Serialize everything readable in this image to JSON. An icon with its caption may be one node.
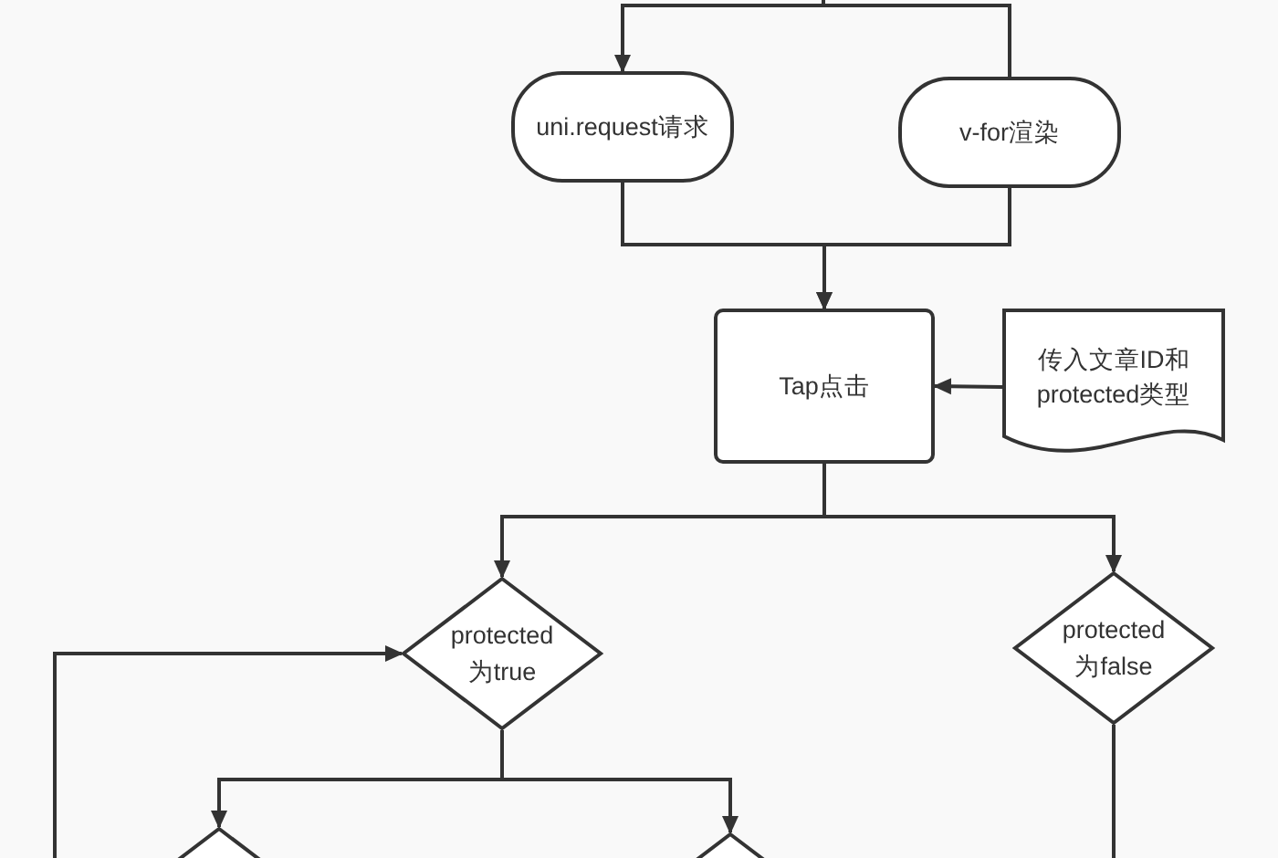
{
  "diagram": {
    "nodes": [
      {
        "text": [
          "uni.request请求"
        ]
      },
      {
        "text": [
          "v-for渲染"
        ]
      },
      {
        "text": [
          "Tap点击"
        ]
      },
      {
        "text": [
          "传入文章ID和protected类型"
        ]
      },
      {
        "text": [
          "protected为true"
        ]
      },
      {
        "text": [
          "protected为false"
        ]
      },
      {
        "text": [],
        "shape": "diamond"
      },
      {
        "text": [],
        "shape": "diamond"
      }
    ],
    "edges": [
      {
        "from": null,
        "to": 0,
        "arrow": "to"
      },
      {
        "from": null,
        "to": 1,
        "arrow": "none"
      },
      {
        "from": 0,
        "to": 2,
        "arrow": "to"
      },
      {
        "from": 1,
        "to": 2,
        "arrow": "to"
      },
      {
        "from": 3,
        "to": 2,
        "arrow": "to"
      },
      {
        "from": 2,
        "to": 4,
        "arrow": "to"
      },
      {
        "from": 2,
        "to": 5,
        "arrow": "to"
      },
      {
        "from": 4,
        "to": 6,
        "arrow": "to"
      },
      {
        "from": 4,
        "to": 7,
        "arrow": "to"
      },
      {
        "from": null,
        "to": 4,
        "arrow": "to"
      },
      {
        "from": 5,
        "to": null,
        "arrow": "none"
      }
    ]
  }
}
